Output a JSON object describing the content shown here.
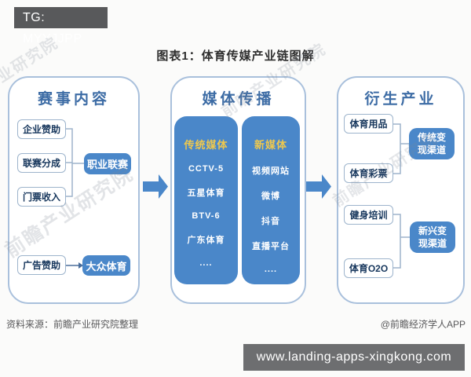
{
  "page": {
    "tag_banner": "TG: MYYJJPP",
    "chart_title": "图表1：体育传媒产业链图解",
    "source_note": "资料来源：前瞻产业研究院整理",
    "credit": "@前瞻经济学人APP",
    "footer_url": "www.landing-apps-xingkong.com",
    "watermark_text": "前瞻产业研究院"
  },
  "colors": {
    "accent_blue": "#4a87c9",
    "panel_border_blue": "#a9c0dc",
    "title_blue": "#3d6ca5",
    "gold": "#e8c24a",
    "tag_bar_gray": "#58595b",
    "footer_bar_gray": "#6d6e70"
  },
  "event_content": {
    "title": "赛事内容",
    "pro_sources": [
      "企业赞助",
      "联赛分成",
      "门票收入"
    ],
    "pro_target": "职业联赛",
    "mass_source": "广告赞助",
    "mass_target": "大众体育"
  },
  "media_spread": {
    "title": "媒体传播",
    "traditional_media": {
      "label": "传统媒体",
      "items": [
        "CCTV-5",
        "五星体育",
        "BTV-6",
        "广东体育",
        "...."
      ]
    },
    "new_media": {
      "label": "新媒体",
      "items": [
        "视频网站",
        "微博",
        "抖音",
        "直播平台",
        "...."
      ]
    }
  },
  "derived_industry": {
    "title": "衍生产业",
    "traditional_group": {
      "sources": [
        "体育用品",
        "体育彩票"
      ],
      "target": "传统变现渠道"
    },
    "emerging_group": {
      "sources": [
        "健身培训",
        "体育O2O"
      ],
      "target": "新兴变现渠道"
    }
  }
}
